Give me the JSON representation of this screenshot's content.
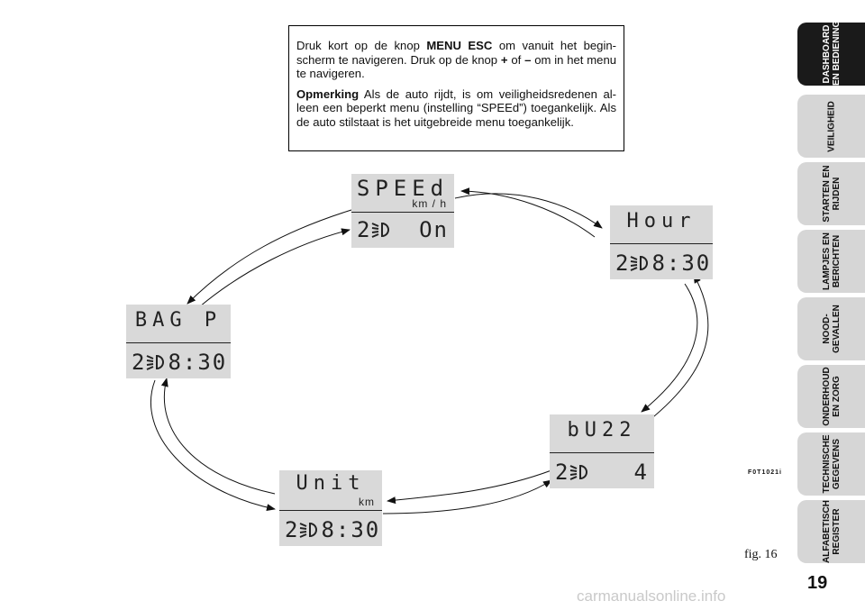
{
  "note": {
    "p1_a": "Druk kort op de knop ",
    "p1_bold": "MENU ESC",
    "p1_b": " om vanuit het begin-scherm te navigeren. Druk op de knop ",
    "p1_plus": "+",
    "p1_c": " of ",
    "p1_minus": "–",
    "p1_d": " om in het menu te navigeren.",
    "p2_bold": "Opmerking",
    "p2_text": " Als de auto rijdt, is om veiligheidsredenen al-leen een beperkt menu (instelling “SPEEd”) toegankelijk. Als de auto stilstaat is het uitgebreide menu toegankelijk."
  },
  "displays": {
    "speed": {
      "top": "SPEEd",
      "unit": "km / h",
      "gear": "2",
      "value": "On"
    },
    "hour": {
      "top": "Hour",
      "unit": "",
      "gear": "2",
      "value": "8:30"
    },
    "bag": {
      "top": "BAG P",
      "unit": "",
      "gear": "2",
      "value": "8:30"
    },
    "buzz": {
      "top": "bU22",
      "unit": "",
      "gear": "2",
      "value": "4"
    },
    "unit": {
      "top": "Unit",
      "unit": "km",
      "gear": "2",
      "value": "8:30"
    }
  },
  "tabs": [
    "DASHBOARD\nEN BEDIENING",
    "VEILIGHEID",
    "STARTEN EN\nRIJDEN",
    "LAMPJES EN\nBERICHTEN",
    "NOOD-\nGEVALLEN",
    "ONDERHOUD\nEN ZORG",
    "TECHNISCHE\nGEGEVENS",
    "ALFABETISCH\nREGISTER"
  ],
  "fig_code": "F0T1021i",
  "fig_label": "fig. 16",
  "page_number": "19",
  "watermark": "carmanualsonline.info",
  "colors": {
    "lcd_bg": "#d9d9d9",
    "tab_bg": "#d6d6d6",
    "tab_active_bg": "#1a1a1a"
  }
}
